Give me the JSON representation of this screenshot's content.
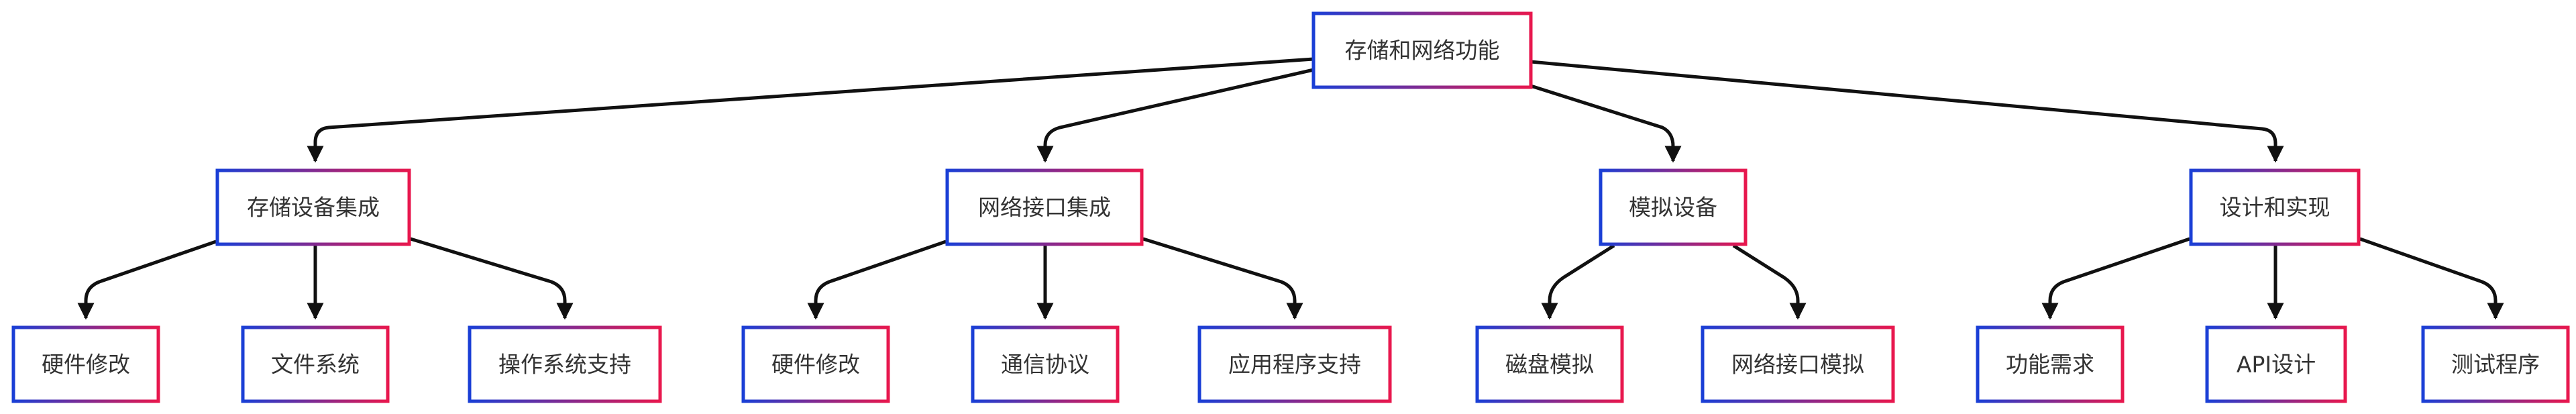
{
  "diagram": {
    "root": {
      "id": "root",
      "label": "存储和网络功能"
    },
    "groups": [
      {
        "id": "g1",
        "label": "存储设备集成",
        "children": [
          {
            "id": "g1c1",
            "label": "硬件修改"
          },
          {
            "id": "g1c2",
            "label": "文件系统"
          },
          {
            "id": "g1c3",
            "label": "操作系统支持"
          }
        ]
      },
      {
        "id": "g2",
        "label": "网络接口集成",
        "children": [
          {
            "id": "g2c1",
            "label": "硬件修改"
          },
          {
            "id": "g2c2",
            "label": "通信协议"
          },
          {
            "id": "g2c3",
            "label": "应用程序支持"
          }
        ]
      },
      {
        "id": "g3",
        "label": "模拟设备",
        "children": [
          {
            "id": "g3c1",
            "label": "磁盘模拟"
          },
          {
            "id": "g3c2",
            "label": "网络接口模拟"
          }
        ]
      },
      {
        "id": "g4",
        "label": "设计和实现",
        "children": [
          {
            "id": "g4c1",
            "label": "功能需求"
          },
          {
            "id": "g4c2",
            "label": "API设计"
          },
          {
            "id": "g4c3",
            "label": "测试程序"
          }
        ]
      }
    ],
    "colors": {
      "stroke_start": "#1a3fd6",
      "stroke_end": "#e8174d",
      "edge": "#111111",
      "text": "#333333"
    }
  }
}
